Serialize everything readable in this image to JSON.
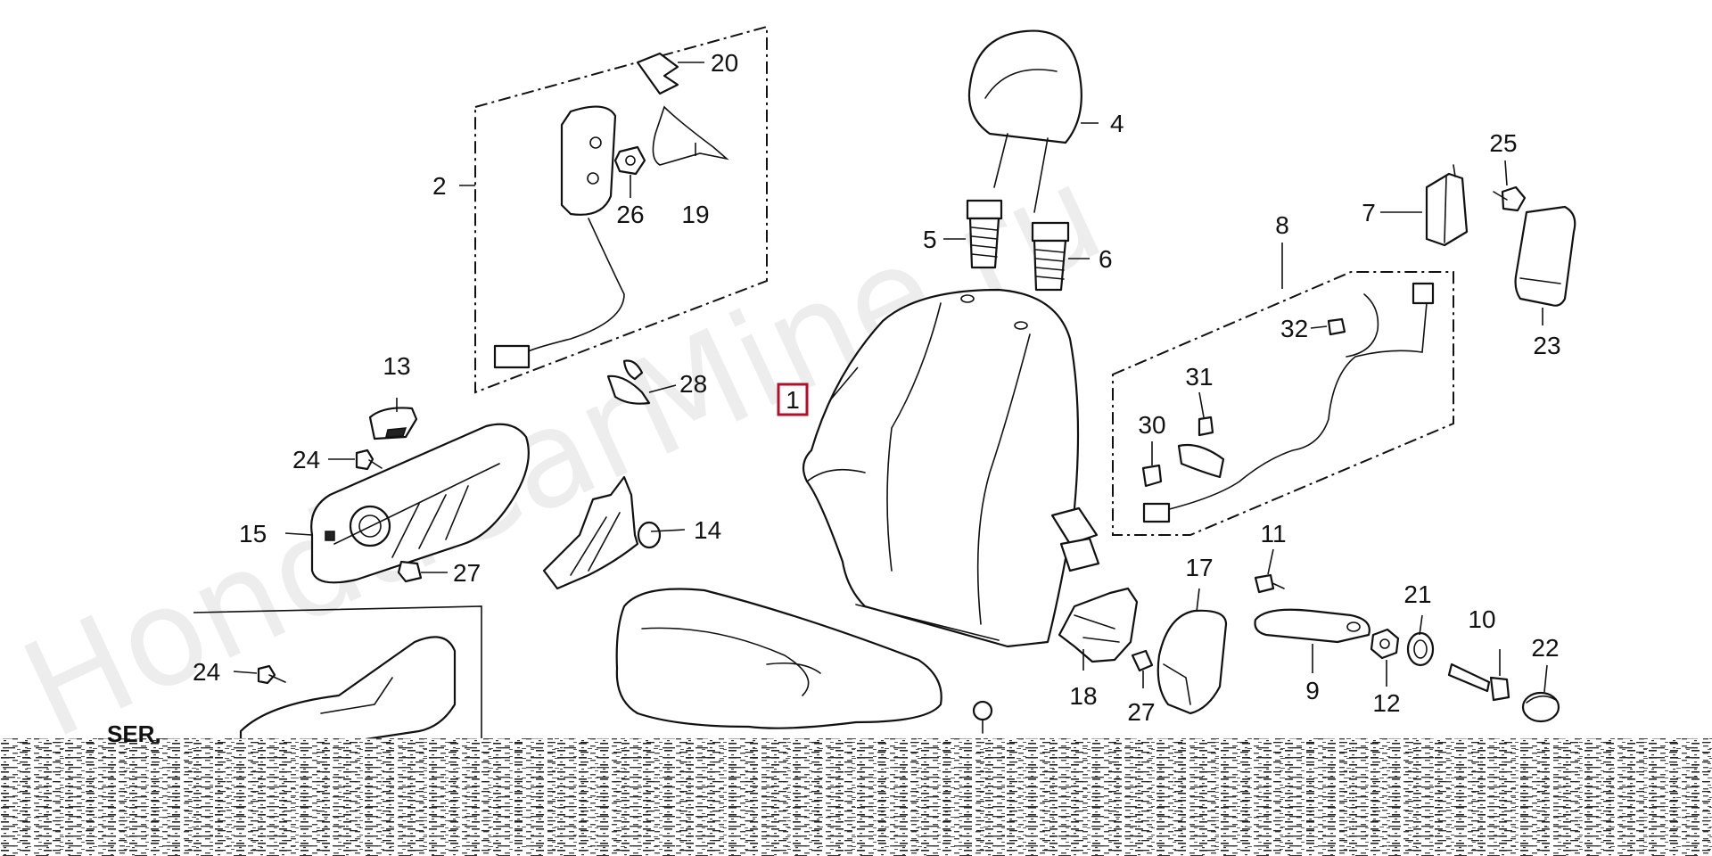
{
  "watermark": "HondaCarMine.ru",
  "cut_off_text": "SER.",
  "highlight_color": "#b0102a",
  "callouts": {
    "c1": "1",
    "c2": "2",
    "c4": "4",
    "c5": "5",
    "c6": "6",
    "c7": "7",
    "c8": "8",
    "c9": "9",
    "c10": "10",
    "c11": "11",
    "c12": "12",
    "c13": "13",
    "c14": "14",
    "c15": "15",
    "c17": "17",
    "c18": "18",
    "c19": "19",
    "c20": "20",
    "c21": "21",
    "c22": "22",
    "c23": "23",
    "c24a": "24",
    "c24b": "24",
    "c25": "25",
    "c26": "26",
    "c27a": "27",
    "c27b": "27",
    "c28": "28",
    "c30": "30",
    "c31": "31",
    "c32": "32"
  }
}
